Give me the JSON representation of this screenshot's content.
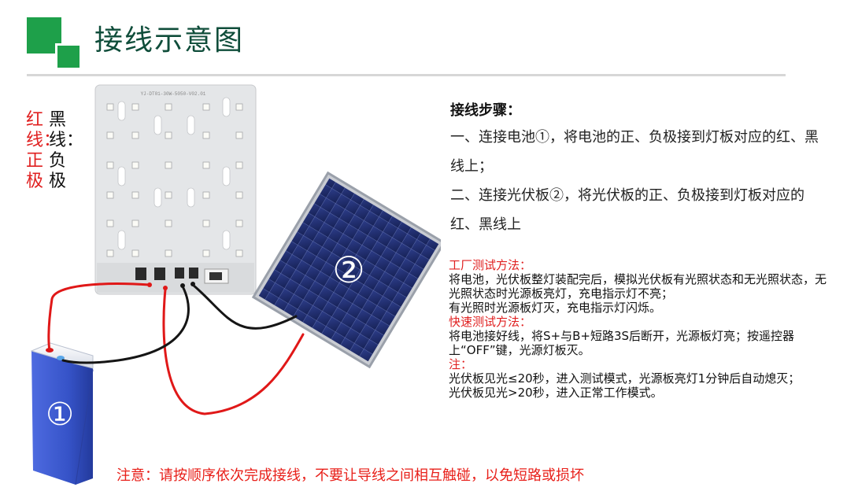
{
  "title": "接线示意图",
  "label_red": "红线：正极",
  "label_black": "黑线：负极",
  "board_text": "YJ-DT01-30W-5050-V02.01",
  "panel_number": "②",
  "battery_number": "①",
  "steps": {
    "heading": "接线步骤：",
    "step1": "一、连接电池①，将电池的正、负极接到灯板对应的红、黑线上；",
    "step2": "二、连接光伏板②，将光伏板的正、负极接到灯板对应的红、黑线上"
  },
  "factory_test": {
    "heading": "工厂测试方法：",
    "line1": "将电池，光伏板整灯装配完后，模拟光伏板有光照状态和无光照状态，无光照状态时光源板亮灯，充电指示灯不亮；",
    "line2": "有光照时光源板灯灭，充电指示灯闪烁。"
  },
  "quick_test": {
    "heading": "快速测试方法：",
    "line1": "将电池接好线，将S+与B+短路3S后断开，光源板灯亮；按遥控器上“OFF”键，光源灯板灭。"
  },
  "note": {
    "heading": "注：",
    "line1": "光伏板见光≤20秒，进入测试模式，光源板亮灯1分钟后自动熄灭；",
    "line2": "光伏板见光>20秒，进入正常工作模式。"
  },
  "warning": "注意：请按顺序依次完成接线，不要让导线之间相互触碰，以免短路或损坏",
  "colors": {
    "brand_green": "#1ea04a",
    "title_green": "#0f4d3a",
    "wire_red": "#e01818",
    "warning_red": "#e8201a",
    "battery_blue": "#3653c8",
    "panel_blue": "#23306e"
  }
}
